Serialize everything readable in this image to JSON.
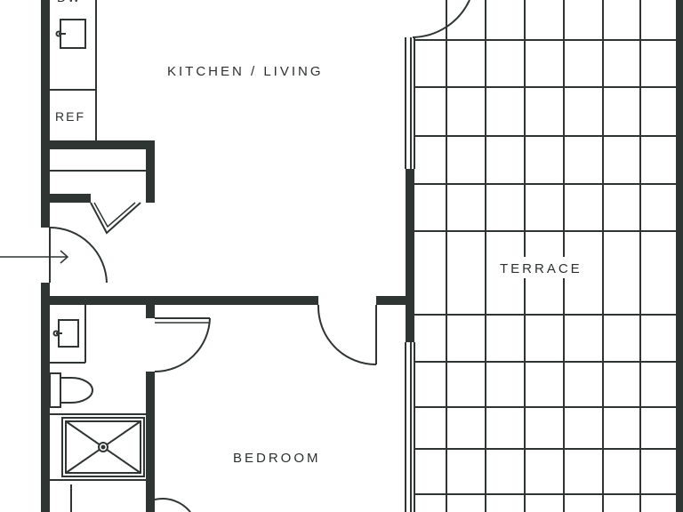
{
  "plan": {
    "wall_color": "#2f3533",
    "line_color": "#2f3533",
    "background": "#ffffff"
  },
  "rooms": {
    "kitchen_living": "KITCHEN / LIVING",
    "terrace": "TERRACE",
    "bedroom": "BEDROOM",
    "ref": "REF",
    "top_cut_label": "DW"
  },
  "icons": {
    "entry": "entry-arrow-icon",
    "sinks": "sink-icon",
    "toilet": "toilet-icon",
    "shower": "shower-icon"
  }
}
